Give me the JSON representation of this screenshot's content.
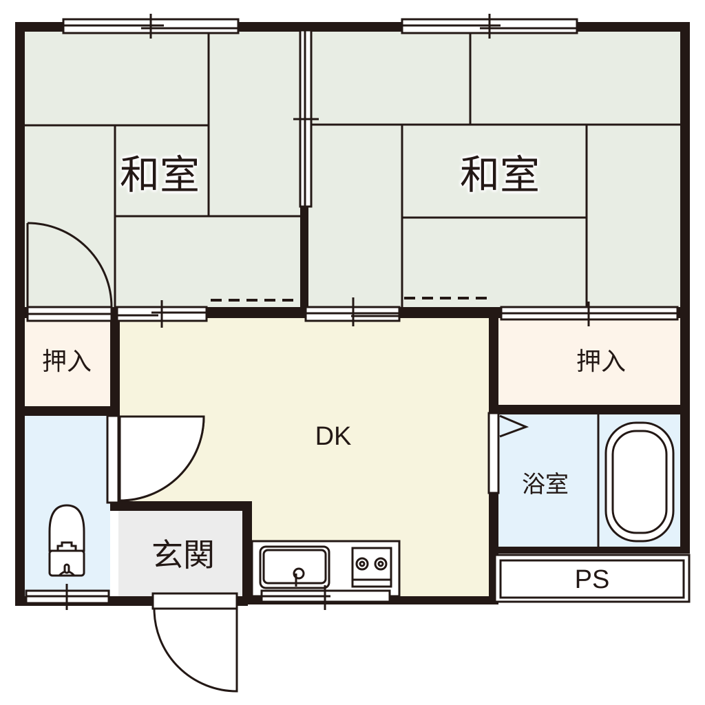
{
  "colors": {
    "wall": "#231815",
    "washitsu_fill": "#e8ede4",
    "oshiire_fill": "#fdf4ea",
    "dk_fill": "#f7f4de",
    "wet_fill": "#e4f2fb",
    "genkan_fill": "#ececec",
    "fixture_fill": "#ffffff"
  },
  "rooms": {
    "washitsu_left": {
      "label": "和室"
    },
    "washitsu_right": {
      "label": "和室"
    },
    "oshiire_left": {
      "label": "押入"
    },
    "oshiire_right": {
      "label": "押入"
    },
    "dk": {
      "label": "DK"
    },
    "bathroom": {
      "label": "浴室"
    },
    "genkan": {
      "label": "玄関"
    },
    "toilet": {
      "label": ""
    },
    "ps": {
      "label": "PS"
    }
  },
  "fixtures": {
    "sink": "sink-icon",
    "stove": "two-burner-stove-icon",
    "toilet": "toilet-icon",
    "bathtub": "bathtub-icon"
  }
}
